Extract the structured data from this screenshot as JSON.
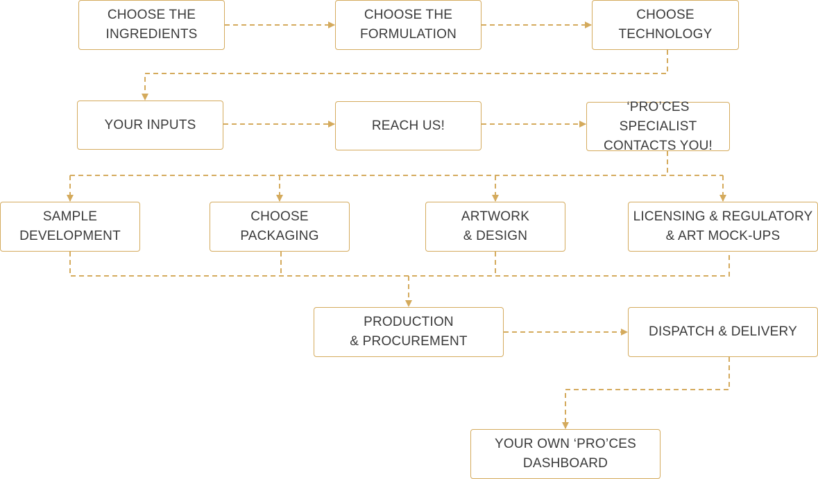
{
  "theme": {
    "accent": "#D4AA5C",
    "text_color": "#3a3a3a"
  },
  "steps": {
    "choose_ingredients": "CHOOSE THE\nINGREDIENTS",
    "choose_formulation": "CHOOSE THE\nFORMULATION",
    "choose_technology": "CHOOSE\nTECHNOLOGY",
    "your_inputs": "YOUR INPUTS",
    "reach_us": "REACH US!",
    "specialist_contacts": "‘PRO’CES SPECIALIST\nCONTACTS YOU!",
    "sample_development": "SAMPLE\nDEVELOPMENT",
    "choose_packaging": "CHOOSE\nPACKAGING",
    "artwork_design": "ARTWORK\n& DESIGN",
    "licensing_regulatory": "LICENSING & REGULATORY\n& ART MOCK-UPS",
    "production_procurement": "PRODUCTION\n& PROCUREMENT",
    "dispatch_delivery": "DISPATCH & DELIVERY",
    "dashboard": "YOUR OWN ‘PRO’CES\nDASHBOARD"
  }
}
